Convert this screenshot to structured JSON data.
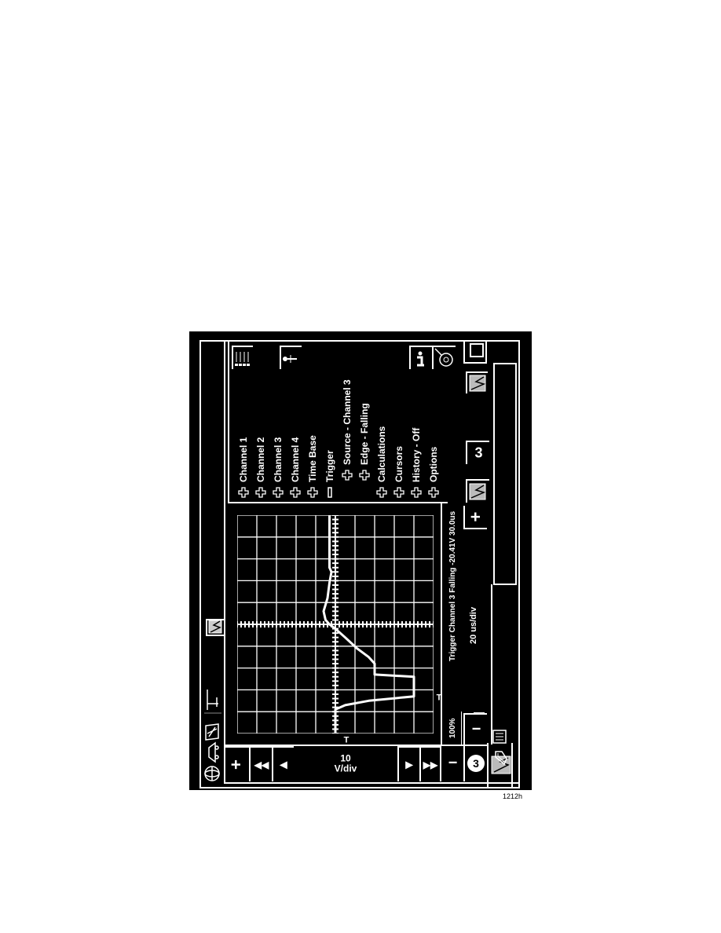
{
  "side_tabs": {
    "icons": [
      "globe-icon",
      "car-icon",
      "engine-icon",
      "probe-icon"
    ],
    "active_tab_icon": "scope-graph-icon"
  },
  "top_tabs": {
    "left_icon": "channel-bars-icon",
    "person_icon": "person-icon",
    "info_icon": "info-icon",
    "magnifier_icon": "zoom-probe-icon"
  },
  "trigger_menu": {
    "items": [
      {
        "label": "Channel 1",
        "state": "collapsed",
        "indent": 0
      },
      {
        "label": "Channel 2",
        "state": "collapsed",
        "indent": 0
      },
      {
        "label": "Channel 3",
        "state": "collapsed",
        "indent": 0
      },
      {
        "label": "Channel 4",
        "state": "collapsed",
        "indent": 0
      },
      {
        "label": "Time Base",
        "state": "collapsed",
        "indent": 0
      },
      {
        "label": "Trigger",
        "state": "expanded",
        "indent": 0
      },
      {
        "label": "Source - Channel 3",
        "state": "collapsed",
        "indent": 1
      },
      {
        "label": "Edge - Falling",
        "state": "collapsed",
        "indent": 1
      },
      {
        "label": "Calculations",
        "state": "collapsed",
        "indent": 0
      },
      {
        "label": "Cursors",
        "state": "collapsed",
        "indent": 0
      },
      {
        "label": "History - Off",
        "state": "collapsed",
        "indent": 0
      },
      {
        "label": "Options",
        "state": "collapsed",
        "indent": 0
      }
    ]
  },
  "volts_controls": {
    "plus": "+",
    "fast_back": "◀◀",
    "back": "◀",
    "scale_value": "10",
    "scale_unit": "V/div",
    "forward": "▶",
    "fast_forward": "▶▶",
    "minus": "−",
    "channel_badge": "3"
  },
  "status": {
    "zoom_percent": "100%",
    "trigger_info": "Trigger Channel 3 Falling -20.41V 30.0us",
    "timebase": "20 us/div"
  },
  "time_controls": {
    "minus": "−",
    "plus": "+",
    "channel_number": "3"
  },
  "trigger_markers": {
    "level_marker": "T",
    "time_marker": "T"
  },
  "figure_caption": "1212h",
  "chart_data": {
    "type": "line",
    "title": "Trigger Channel 3 Falling -20.41V 30.0us",
    "xlabel": "20 us/div",
    "ylabel": "10 V/div",
    "grid": {
      "x_divisions": 10,
      "y_divisions": 10
    },
    "xlim_divisions": [
      -5,
      5
    ],
    "ylim_divisions": [
      -5,
      5
    ],
    "series": [
      {
        "name": "Channel 3",
        "x_div": [
          -5.0,
          -3.9,
          -3.7,
          -3.5,
          -3.3,
          -2.4,
          -2.3,
          -2.1,
          -1.8,
          -1.5,
          -1.1,
          -0.6,
          -0.2,
          0.0,
          0.2,
          0.6,
          1.2,
          1.9,
          2.4,
          2.6,
          5.0
        ],
        "y_div": [
          0.0,
          0.0,
          -0.5,
          -1.7,
          -4.0,
          -4.0,
          -2.0,
          -2.0,
          -2.0,
          -1.7,
          -1.1,
          -0.5,
          0.0,
          0.3,
          0.5,
          0.6,
          0.4,
          0.3,
          0.2,
          0.3,
          0.3
        ]
      }
    ]
  }
}
